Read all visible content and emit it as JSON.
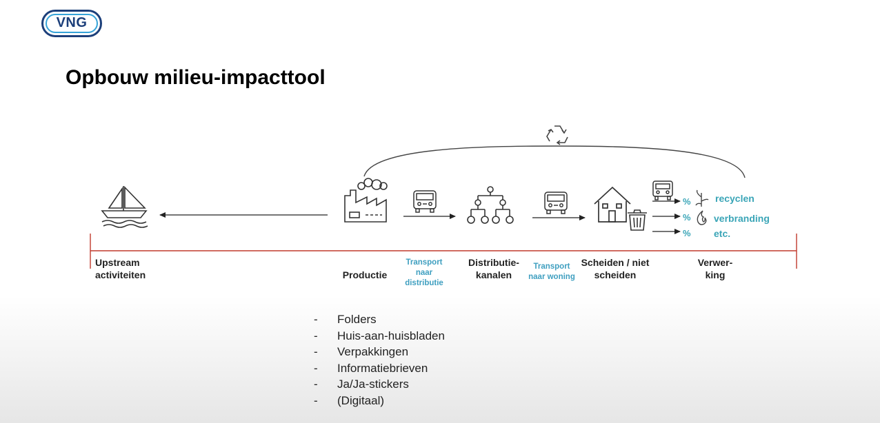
{
  "logo": {
    "text": "VNG"
  },
  "title": "Opbouw milieu-impacttool",
  "stages": {
    "upstream": "Upstream\nactiviteiten",
    "productie": "Productie",
    "transport_distributie": "Transport\nnaar\ndistributie",
    "distributiekanalen": "Distributie-\nkanalen",
    "transport_woning": "Transport\nnaar woning",
    "scheiden": "Scheiden / niet\nscheiden",
    "verwerking": "Verwer-\nking"
  },
  "outcomes": {
    "percent": "%",
    "recyclen": "recyclen",
    "verbranding": "verbranding",
    "etc": "etc."
  },
  "products": [
    "Folders",
    "Huis-aan-huisbladen",
    "Verpakkingen",
    "Informatiebrieven",
    "Ja/Ja-stickers",
    "(Digitaal)"
  ],
  "colors": {
    "timeline": "#c0392b",
    "accent": "#3aa5b7",
    "transport_label": "#3f9fc0",
    "logo_dark": "#1c3f7a",
    "logo_light": "#35a3d8"
  }
}
